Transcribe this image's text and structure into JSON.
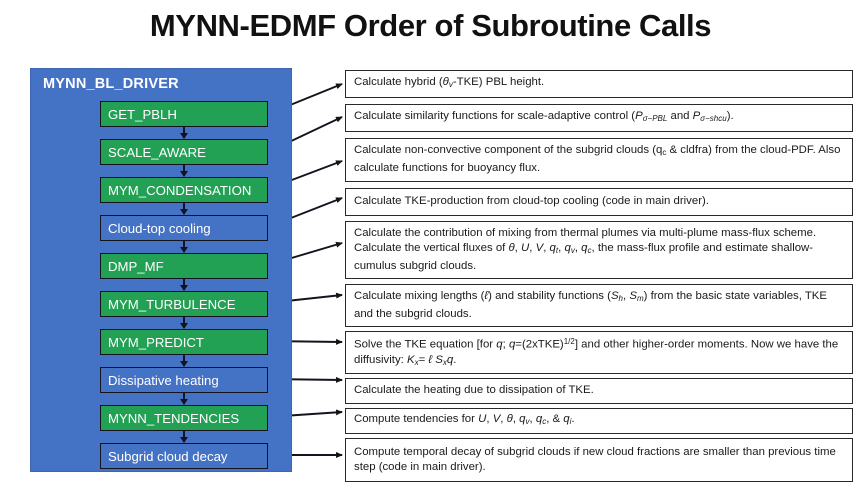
{
  "title": "MYNN-EDMF Order of Subroutine Calls",
  "colors": {
    "panel_blue": "#4472C4",
    "step_green": "#22A154",
    "box_border": "#14141e",
    "title_text": "#111111",
    "desc_text": "#1a1a1a"
  },
  "driver": {
    "label": "MYNN_BL_DRIVER"
  },
  "steps": [
    {
      "label": "GET_PBLH",
      "kind": "green"
    },
    {
      "label": "SCALE_AWARE",
      "kind": "green"
    },
    {
      "label": "MYM_CONDENSATION",
      "kind": "green"
    },
    {
      "label": "Cloud-top cooling",
      "kind": "blue"
    },
    {
      "label": "DMP_MF",
      "kind": "green"
    },
    {
      "label": "MYM_TURBULENCE",
      "kind": "green"
    },
    {
      "label": "MYM_PREDICT",
      "kind": "green"
    },
    {
      "label": "Dissipative heating",
      "kind": "blue"
    },
    {
      "label": "MYNN_TENDENCIES",
      "kind": "green"
    },
    {
      "label": "Subgrid cloud decay",
      "kind": "blue"
    }
  ],
  "descriptions": [
    {
      "for_step": "GET_PBLH",
      "text": "Calculate hybrid (θv-TKE) PBL height.",
      "lines": 1
    },
    {
      "for_step": "SCALE_AWARE",
      "text": "Calculate similarity functions for scale-adaptive control (Pσ−PBL and Pσ−shcu).",
      "lines": 1
    },
    {
      "for_step": "MYM_CONDENSATION",
      "text": "Calculate non-convective component of the subgrid clouds (qc & cldfra) from the cloud-PDF. Also calculate functions for buoyancy flux.",
      "lines": 2
    },
    {
      "for_step": "Cloud-top cooling",
      "text": "Calculate TKE-production from cloud-top cooling (code in main driver).",
      "lines": 1
    },
    {
      "for_step": "DMP_MF",
      "text": "Calculate the contribution of mixing from thermal plumes via multi-plume mass-flux scheme. Calculate the vertical fluxes of θ, U, V, qt, qv, qc, the mass-flux profile and estimate shallow-cumulus subgrid clouds.",
      "lines": 3
    },
    {
      "for_step": "MYM_TURBULENCE",
      "text": "Calculate mixing lengths (ℓ) and stability functions (Sh, Sm) from the basic state variables, TKE and the subgrid clouds.",
      "lines": 2
    },
    {
      "for_step": "MYM_PREDICT",
      "text": "Solve the TKE equation [for q; q=(2xTKE)1/2] and other higher-order moments. Now we have the diffusivity: Kx= ℓ Sxq.",
      "lines": 2
    },
    {
      "for_step": "Dissipative heating",
      "text": "Calculate the heating due to dissipation of TKE.",
      "lines": 1
    },
    {
      "for_step": "MYNN_TENDENCIES",
      "text": "Compute tendencies for U, V, θ, qv, qc, & qi.",
      "lines": 1
    },
    {
      "for_step": "Subgrid cloud decay",
      "text": "Compute temporal decay of subgrid clouds if new cloud fractions are smaller than previous time step (code in main driver).",
      "lines": 2
    }
  ]
}
